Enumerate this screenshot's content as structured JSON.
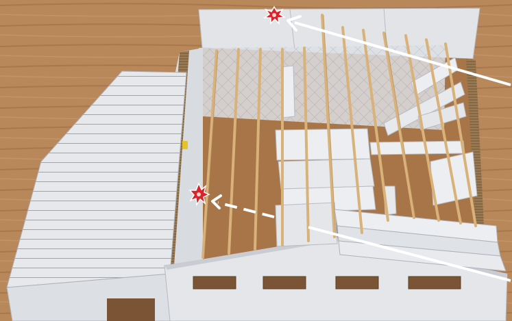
{
  "scene": {
    "subject": "cardboard-building-model",
    "colors": {
      "table": "#b8875a",
      "table_dark": "#9c6d43",
      "cardboard_white": "#e4e6ea",
      "cardboard_shade": "#c9ccd2",
      "corrugated_edge": "#8a6a44",
      "floor": "#a77548",
      "stick": "#d9b27a",
      "marker": "#d9242a",
      "arrow": "#ffffff"
    },
    "markers": [
      {
        "name": "roof-edge-explosion-marker"
      },
      {
        "name": "inner-wall-explosion-marker"
      }
    ],
    "arrows": [
      {
        "name": "arrow-to-roof-edge",
        "style": "solid"
      },
      {
        "name": "arrow-to-inner-wall",
        "style": "dashed"
      },
      {
        "name": "arrow-to-front-wall",
        "style": "solid"
      }
    ],
    "windows_count": 4
  }
}
